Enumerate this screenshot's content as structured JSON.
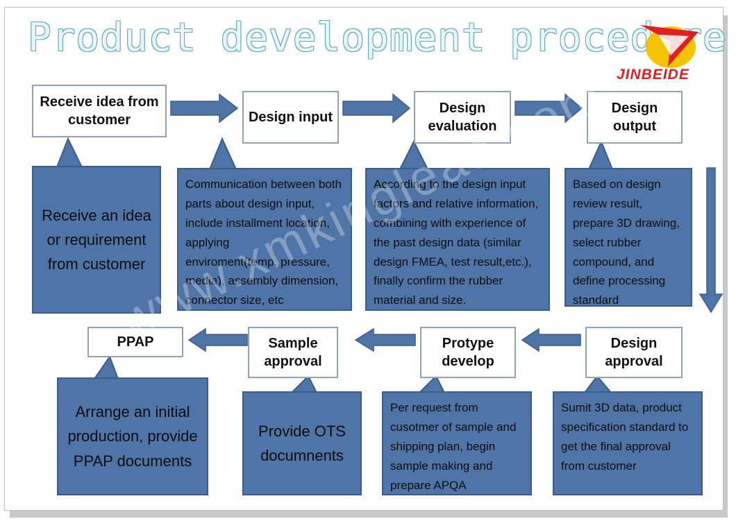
{
  "title": "Product development procedure",
  "brand": {
    "name": "JINBEIDE"
  },
  "steps": {
    "receive": "Receive idea from customer",
    "design_input": "Design input",
    "design_evaluation": "Design evaluation",
    "design_output": "Design output",
    "design_approval": "Design approval",
    "protype_develop": "Protype develop",
    "sample_approval": "Sample approval",
    "ppap": "PPAP"
  },
  "notes": {
    "receive": "Receive an idea or requirement from customer",
    "design_input": "Communication between both parts about design input, include installment location, applying enviroment(temp.,pressure, media), assembly dimension, connector size, etc",
    "design_evaluation": "According to the design input factors and relative information, combining with experience of the past design data (similar design FMEA, test result,etc.), finally confirm the rubber material and size.",
    "design_output": "Based on design review result, prepare 3D drawing, select rubber compound, and define processing standard",
    "design_approval": "Sumit 3D data, product specification standard to get the final approval from customer",
    "protype_develop": "Per request from cusotmer of sample and shipping plan, begin sample making and prepare APQA",
    "sample_approval": "Provide OTS documnents",
    "ppap": "Arrange an initial production, provide PPAP documents"
  },
  "watermark": "www.xmkinglead.com",
  "colors": {
    "callout_fill": "#4f74a8",
    "callout_border": "#3b5d8e",
    "arrow_fill": "#4f74a8",
    "box_border": "#8fa3b8",
    "title_outline": "#5fa8c5",
    "logo_red": "#e02020",
    "logo_yellow": "#f5c400"
  }
}
